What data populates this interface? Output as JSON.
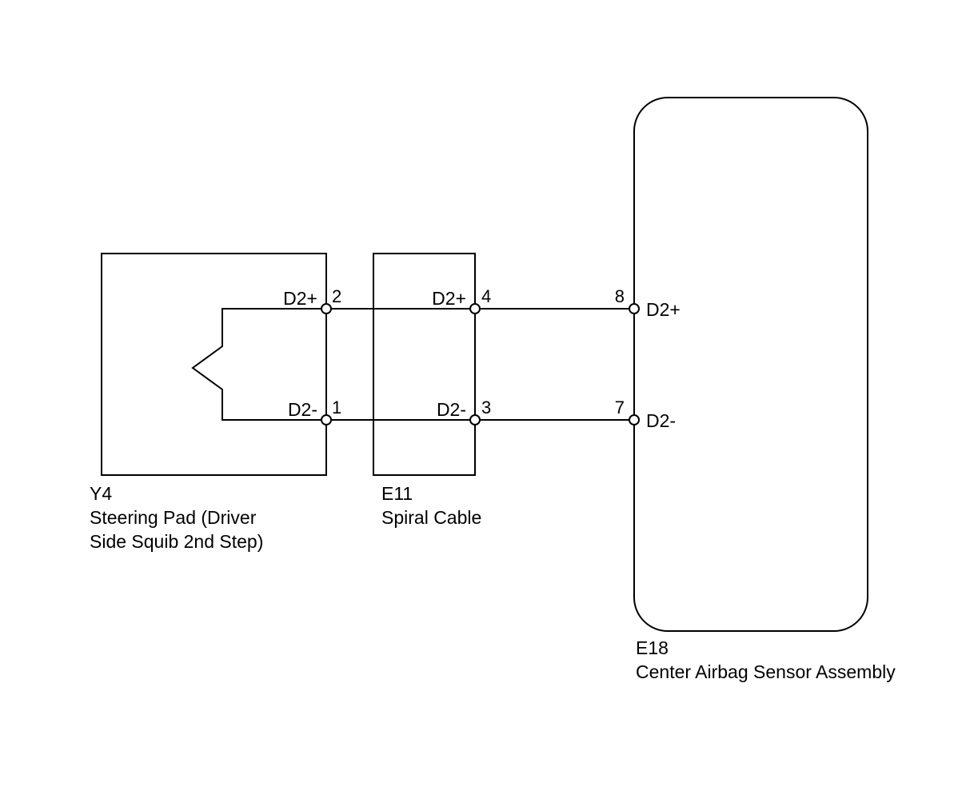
{
  "connectors": {
    "y4": {
      "code": "Y4",
      "desc_line1": "Steering Pad (Driver",
      "desc_line2": "Side Squib 2nd Step)",
      "pins": [
        {
          "num": "2",
          "signal": "D2+"
        },
        {
          "num": "1",
          "signal": "D2-"
        }
      ]
    },
    "e11": {
      "code": "E11",
      "desc_line1": "Spiral Cable",
      "pins": [
        {
          "num": "4",
          "signal": "D2+"
        },
        {
          "num": "3",
          "signal": "D2-"
        }
      ]
    },
    "e18": {
      "code": "E18",
      "desc_line1": "Center Airbag Sensor Assembly",
      "pins": [
        {
          "num": "8",
          "signal": "D2+"
        },
        {
          "num": "7",
          "signal": "D2-"
        }
      ]
    }
  },
  "colors": {
    "line": "#000000",
    "background": "#ffffff",
    "text": "#000000"
  }
}
